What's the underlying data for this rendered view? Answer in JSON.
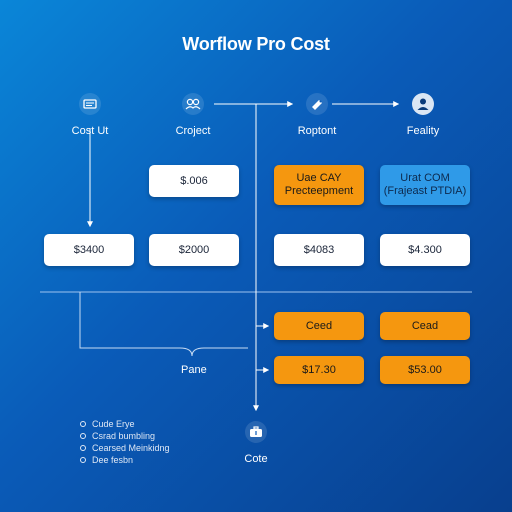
{
  "title": "Worflow Pro Cost",
  "nodes": [
    {
      "id": "cost",
      "label": "Cost Ut",
      "icon": "document-icon"
    },
    {
      "id": "project",
      "label": "Croject",
      "icon": "users-icon"
    },
    {
      "id": "report",
      "label": "Roptont",
      "icon": "tag-icon"
    },
    {
      "id": "facility",
      "label": "Feality",
      "icon": "person-icon"
    },
    {
      "id": "cote",
      "label": "Cote",
      "icon": "briefcase-icon"
    }
  ],
  "boxes": {
    "row1_white": "$.006",
    "row1_orange": [
      "Uae CAY",
      "Precteepment"
    ],
    "row1_blue": [
      "Urat COM",
      "(Frajeast PTDIA)"
    ],
    "row2": [
      "$3400",
      "$2000",
      "$4083",
      "$4.300"
    ],
    "row3_orange": [
      "Ceed",
      "Cead"
    ],
    "row4_orange": [
      "$17.30",
      "$53.00"
    ]
  },
  "pane_label": "Pane",
  "legend": [
    "Cude Erye",
    "Csrad bumbling",
    "Cearsed Meinkidng",
    "Dee fesbn"
  ],
  "colors": {
    "accent_orange": "#f5970f",
    "accent_blue": "#2f9ae8",
    "box_white": "#ffffff"
  }
}
